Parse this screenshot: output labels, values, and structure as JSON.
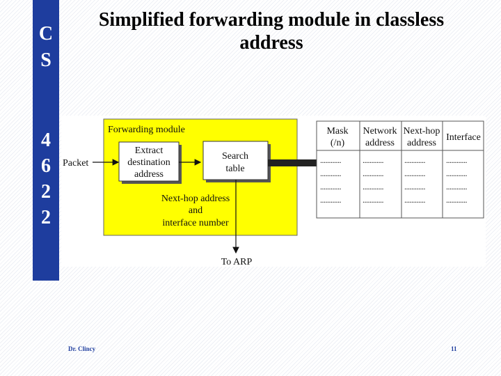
{
  "slide": {
    "title_line1": "Simplified forwarding module in classless",
    "title_line2": "address",
    "side_letters": [
      "C",
      "S",
      "4",
      "6",
      "2",
      "2"
    ],
    "footer_author": "Dr. Clincy",
    "page_number": "11"
  },
  "diagram": {
    "module_label": "Forwarding module",
    "packet_label": "Packet",
    "extract_box": [
      "Extract",
      "destination",
      "address"
    ],
    "search_box": [
      "Search",
      "table"
    ],
    "nexthop_note": [
      "Next-hop address",
      "and",
      "interface number"
    ],
    "arp_label": "To ARP",
    "colors": {
      "module_fill": "#ffff00",
      "box_fill": "#ffffff",
      "accent": "#1e3d9e"
    }
  },
  "table": {
    "headers": [
      [
        "Mask",
        "(/n)"
      ],
      [
        "Network",
        "address"
      ],
      [
        "Next-hop",
        "address"
      ],
      [
        "Interface"
      ]
    ],
    "rows": [
      [
        "............",
        "............",
        "............",
        "............"
      ],
      [
        "............",
        "............",
        "............",
        "............"
      ],
      [
        "............",
        "............",
        "............",
        "............"
      ],
      [
        "............",
        "............",
        "............",
        "............"
      ]
    ]
  }
}
